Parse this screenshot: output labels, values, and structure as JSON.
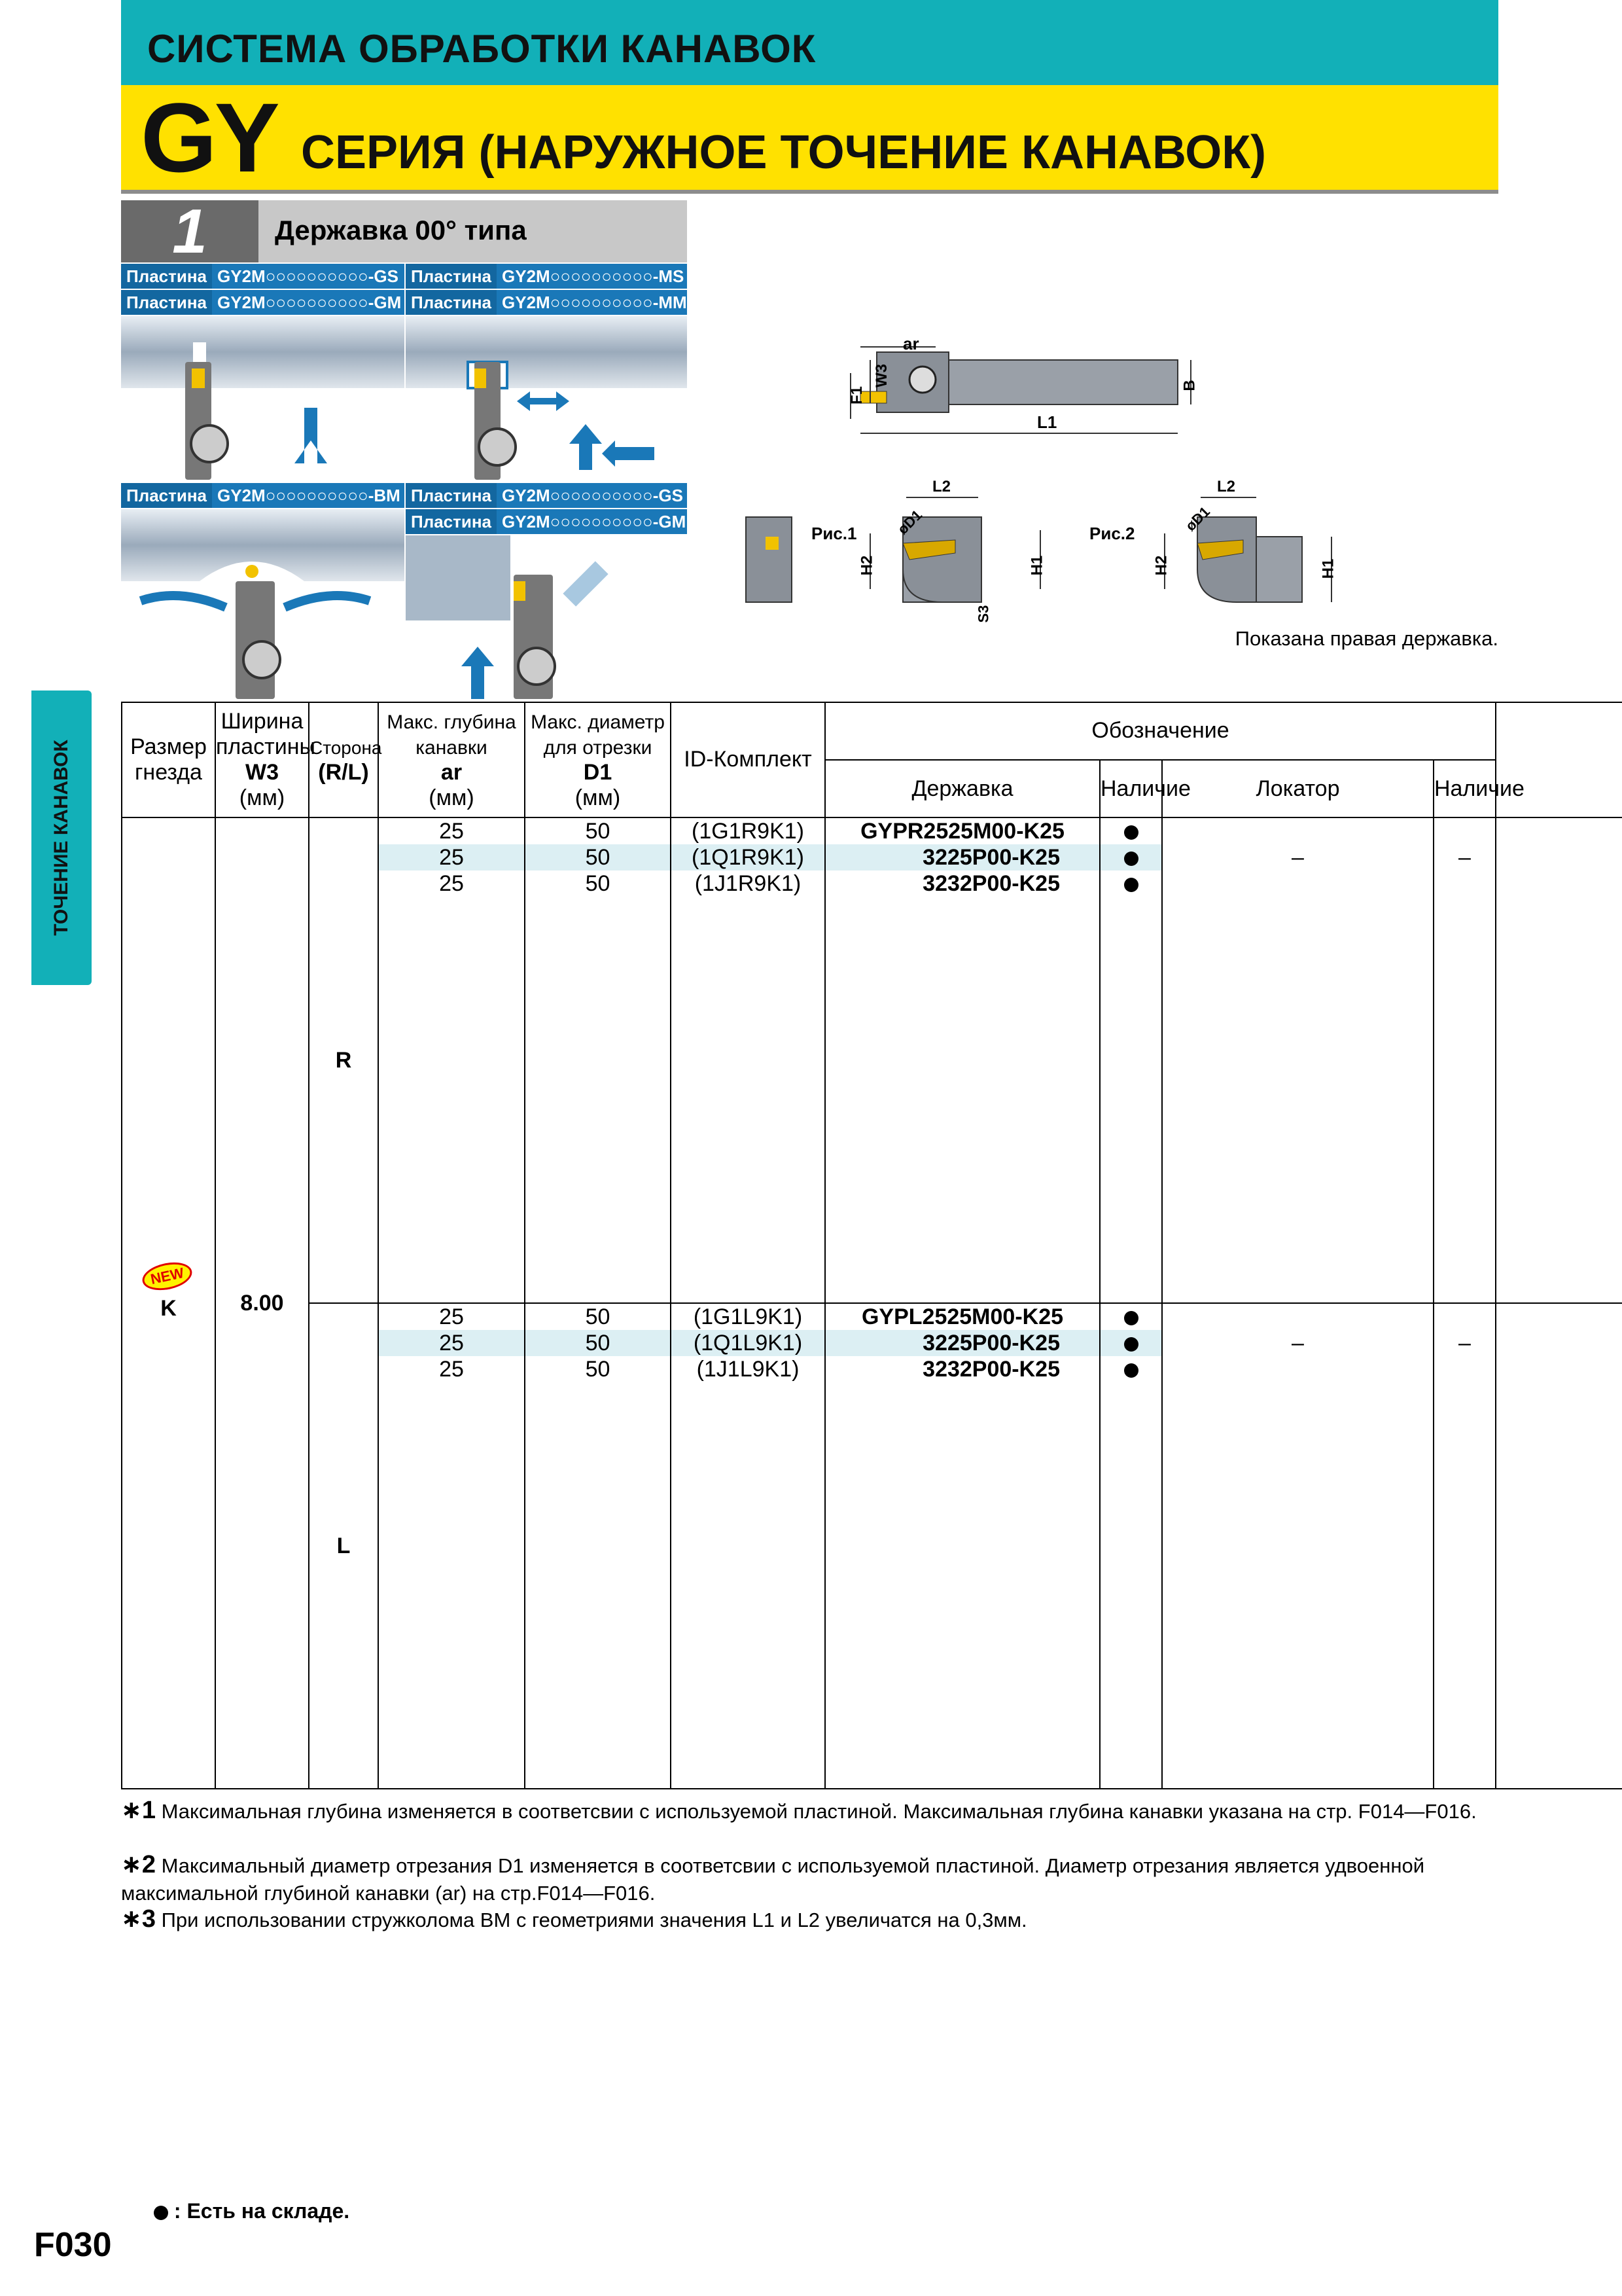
{
  "header": {
    "top_title": "СИСТЕМА ОБРАБОТКИ КАНАВОК",
    "series_big": "GY",
    "series_rest": "СЕРИЯ (НАРУЖНОЕ ТОЧЕНИЕ КАНАВОК)"
  },
  "sub": {
    "number": "1",
    "title": "Державка 00° типа"
  },
  "insert_bars": [
    {
      "label": "Пластина",
      "code": "GY2M○○○○○○○○○○-GS"
    },
    {
      "label": "Пластина",
      "code": "GY2M○○○○○○○○○○-MS"
    },
    {
      "label": "Пластина",
      "code": "GY2M○○○○○○○○○○-GM"
    },
    {
      "label": "Пластина",
      "code": "GY2M○○○○○○○○○○-MM"
    },
    {
      "label": "Пластина",
      "code": "GY2M○○○○○○○○○○-BM"
    },
    {
      "label": "Пластина",
      "code": "GY2M○○○○○○○○○○-GS"
    },
    {
      "label": "Пластина",
      "code": "GY2M○○○○○○○○○○-GM"
    }
  ],
  "drawings": {
    "top": {
      "ar": "ar",
      "w3": "W3",
      "f1": "F1",
      "l1": "L1",
      "b": "B"
    },
    "fig1": {
      "caption": "Рис.1",
      "l2": "L2",
      "d1": "øD1",
      "h1": "H1",
      "h2": "H2",
      "s3": "S3"
    },
    "fig2": {
      "caption": "Рис.2",
      "l2": "L2",
      "d1": "øD1",
      "h1": "H1",
      "h2": "H2"
    },
    "note": "Показана правая державка."
  },
  "side_tab": "ТОЧЕНИЕ КАНАВОК",
  "table": {
    "headers": {
      "size": "Размер гнезда",
      "width_1": "Ширина пластины",
      "width_2": "W3",
      "width_3": "(мм)",
      "side_1": "Сторона",
      "side_2": "(R/L)",
      "depth_1": "Макс. глубина канавки",
      "depth_2": "ar",
      "depth_3": "(мм)",
      "diam_1": "Макс. диаметр для отрезки",
      "diam_2": "D1",
      "diam_3": "(мм)",
      "id": "ID-Комплект",
      "designation": "Обозначение",
      "holder": "Державка",
      "stock": "Наличие",
      "locator": "Локатор",
      "stock2": "Наличие"
    },
    "new_badge": "NEW",
    "size_value": "K",
    "width_value": "8.00",
    "groups": [
      {
        "side": "R",
        "locator": "–",
        "locator_stock": "–",
        "rows": [
          {
            "ar": "25",
            "d1": "50",
            "id": "(1G1R9K1)",
            "holder": "GYPR2525M00-K25"
          },
          {
            "ar": "25",
            "d1": "50",
            "id": "(1Q1R9K1)",
            "holder": "3225P00-K25"
          },
          {
            "ar": "25",
            "d1": "50",
            "id": "(1J1R9K1)",
            "holder": "3232P00-K25"
          }
        ]
      },
      {
        "side": "L",
        "locator": "–",
        "locator_stock": "–",
        "rows": [
          {
            "ar": "25",
            "d1": "50",
            "id": "(1G1L9K1)",
            "holder": "GYPL2525M00-K25"
          },
          {
            "ar": "25",
            "d1": "50",
            "id": "(1Q1L9K1)",
            "holder": "3225P00-K25"
          },
          {
            "ar": "25",
            "d1": "50",
            "id": "(1J1L9K1)",
            "holder": "3232P00-K25"
          }
        ]
      }
    ]
  },
  "notes": [
    {
      "mark": "∗1",
      "text": "Максимальная глубина изменяется в соответсвии с используемой пластиной. Максимальная глубина канавки указана на стр. F014—F016."
    },
    {
      "mark": "∗2",
      "text": "Максимальный диаметр отрезания D1 изменяется в соответсвии с используемой пластиной. Диаметр отрезания является удвоенной максимальной глубиной канавки (ar) на стр.F014—F016."
    },
    {
      "mark": "∗3",
      "text": "При использовании стружколома BM с геометриями значения L1 и L2 увеличатся на 0,3мм."
    }
  ],
  "legend": ": Есть на складе.",
  "page_number": "F030"
}
